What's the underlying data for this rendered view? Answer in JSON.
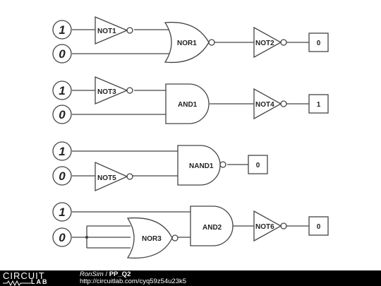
{
  "circuit": {
    "row1": {
      "in_a": "1",
      "in_b": "0",
      "not_in": "NOT1",
      "gate": "NOR1",
      "not_out": "NOT2",
      "output": "0"
    },
    "row2": {
      "in_a": "1",
      "in_b": "0",
      "not_in": "NOT3",
      "gate": "AND1",
      "not_out": "NOT4",
      "output": "1"
    },
    "row3": {
      "in_a": "1",
      "in_b": "0",
      "not_in": "NOT5",
      "gate": "NAND1",
      "output": "0"
    },
    "row4": {
      "in_a": "1",
      "in_b": "0",
      "gate_inner": "NOR3",
      "gate": "AND2",
      "not_out": "NOT6",
      "output": "0"
    }
  },
  "footer": {
    "logo_top": "CIRCUIT",
    "logo_bottom": "LAB",
    "author": "RonSim",
    "separator": "/",
    "title": "PP_Q2",
    "url": "http://circuitlab.com/cyq59z54u23k5"
  }
}
